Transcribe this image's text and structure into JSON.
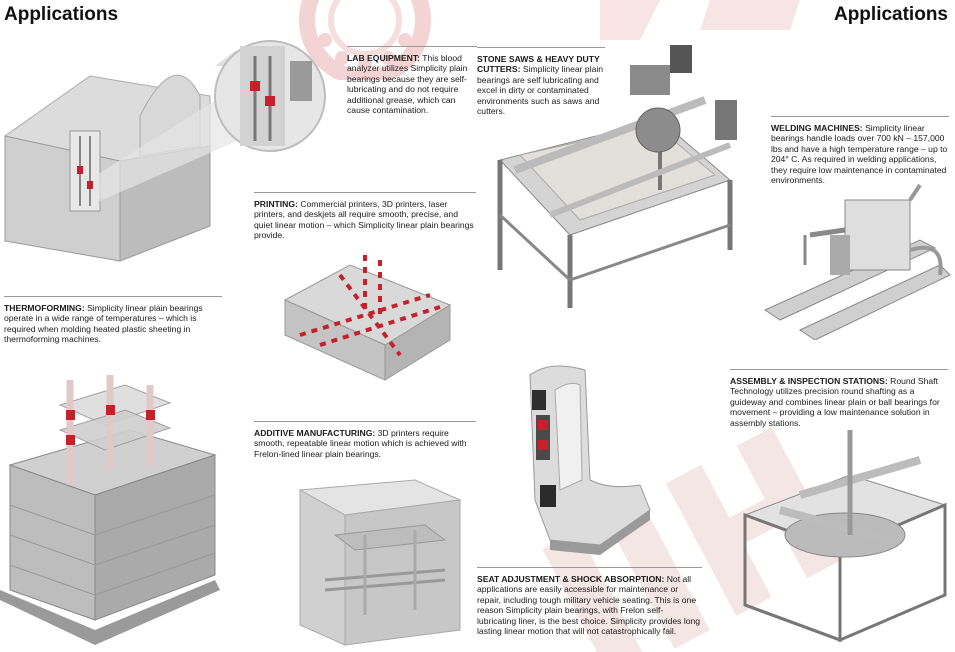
{
  "page": {
    "title_left": "Applications",
    "title_right": "Applications"
  },
  "sections": {
    "lab": {
      "heading": "LAB EQUIPMENT:",
      "body": "This blood analyzer utilizes Simplicity plain bearings because they are self-lubricating and do not require additional grease, which can cause contamination."
    },
    "stone": {
      "heading": "STONE SAWS & HEAVY DUTY CUTTERS:",
      "body": "Simplicity linear plain bearings are self lubricating and excel in dirty or contaminated environments such as saws and cutters."
    },
    "welding": {
      "heading": "WELDING MACHINES:",
      "body": "Simplicity linear bearings handle loads over 700 kN – 157,000 lbs and have a high temperature range – up to 204° C. As required in welding applications, they require low maintenance in contaminated environments."
    },
    "printing": {
      "heading": "PRINTING:",
      "body": "Commercial printers, 3D printers, laser printers, and deskjets all require smooth, precise, and quiet linear motion – which Simplicity linear plain bearings provide."
    },
    "thermo": {
      "heading": "THERMOFORMING:",
      "body": "Simplicity linear plain bearings operate in a wide range of temperatures – which is required when molding heated plastic sheeting in thermoforming machines."
    },
    "assembly": {
      "heading": "ASSEMBLY & INSPECTION STATIONS:",
      "body": "Round Shaft Technology utilizes precision round shafting as a guideway and combines linear plain or ball bearings for movement – providing a low maintenance solution in assembly stations."
    },
    "additive": {
      "heading": "ADDITIVE MANUFACTURING:",
      "body": "3D printers require smooth, repeatable linear motion which is achieved with Frelon-lined linear plain bearings."
    },
    "seat": {
      "heading": "SEAT ADJUSTMENT & SHOCK ABSORPTION:",
      "body": "Not all applications are easily accessible for maintenance or repair, including tough military vehicle seating. This is one reason Simplicity plain bearings, with Frelon self-lubricating liner, is the best choice. Simplicity provides long lasting linear motion that will not catastrophically fail."
    }
  },
  "colors": {
    "accent_red": "#c8202a",
    "machine_gray": "#c9c9c9",
    "watermark": "#f3d3d3"
  }
}
